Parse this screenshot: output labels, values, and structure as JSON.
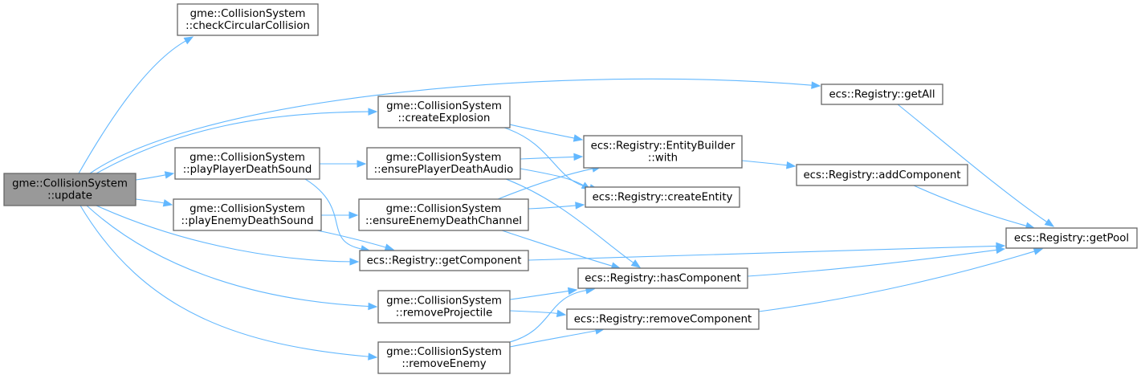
{
  "diagram": {
    "type": "call-graph",
    "colors": {
      "edge": "#63b8ff",
      "node_border": "#666666",
      "root_fill": "#999999",
      "node_fill": "#ffffff",
      "text": "#000000"
    },
    "nodes": [
      {
        "id": "update",
        "lines": [
          "gme::CollisionSystem",
          "::update"
        ],
        "root": true
      },
      {
        "id": "checkCircularCollision",
        "lines": [
          "gme::CollisionSystem",
          "::checkCircularCollision"
        ]
      },
      {
        "id": "createExplosion",
        "lines": [
          "gme::CollisionSystem",
          "::createExplosion"
        ]
      },
      {
        "id": "playPlayerDeathSound",
        "lines": [
          "gme::CollisionSystem",
          "::playPlayerDeathSound"
        ]
      },
      {
        "id": "playEnemyDeathSound",
        "lines": [
          "gme::CollisionSystem",
          "::playEnemyDeathSound"
        ]
      },
      {
        "id": "ensurePlayerDeathAudio",
        "lines": [
          "gme::CollisionSystem",
          "::ensurePlayerDeathAudio"
        ]
      },
      {
        "id": "ensureEnemyDeathChannel",
        "lines": [
          "gme::CollisionSystem",
          "::ensureEnemyDeathChannel"
        ]
      },
      {
        "id": "getComponent",
        "lines": [
          "ecs::Registry::getComponent"
        ]
      },
      {
        "id": "removeProjectile",
        "lines": [
          "gme::CollisionSystem",
          "::removeProjectile"
        ]
      },
      {
        "id": "removeEnemy",
        "lines": [
          "gme::CollisionSystem",
          "::removeEnemy"
        ]
      },
      {
        "id": "getAll",
        "lines": [
          "ecs::Registry::getAll"
        ]
      },
      {
        "id": "with",
        "lines": [
          "ecs::Registry::EntityBuilder",
          "::with"
        ]
      },
      {
        "id": "createEntity",
        "lines": [
          "ecs::Registry::createEntity"
        ]
      },
      {
        "id": "hasComponent",
        "lines": [
          "ecs::Registry::hasComponent"
        ]
      },
      {
        "id": "removeComponent",
        "lines": [
          "ecs::Registry::removeComponent"
        ]
      },
      {
        "id": "addComponent",
        "lines": [
          "ecs::Registry::addComponent"
        ]
      },
      {
        "id": "getPool",
        "lines": [
          "ecs::Registry::getPool"
        ]
      }
    ],
    "edges": [
      {
        "from": "update",
        "to": "checkCircularCollision"
      },
      {
        "from": "update",
        "to": "getAll"
      },
      {
        "from": "update",
        "to": "createExplosion"
      },
      {
        "from": "update",
        "to": "playPlayerDeathSound"
      },
      {
        "from": "update",
        "to": "playEnemyDeathSound"
      },
      {
        "from": "update",
        "to": "getComponent"
      },
      {
        "from": "update",
        "to": "removeProjectile"
      },
      {
        "from": "update",
        "to": "removeEnemy"
      },
      {
        "from": "createExplosion",
        "to": "with"
      },
      {
        "from": "createExplosion",
        "to": "createEntity"
      },
      {
        "from": "playPlayerDeathSound",
        "to": "ensurePlayerDeathAudio"
      },
      {
        "from": "playPlayerDeathSound",
        "to": "getComponent"
      },
      {
        "from": "playEnemyDeathSound",
        "to": "ensureEnemyDeathChannel"
      },
      {
        "from": "playEnemyDeathSound",
        "to": "getComponent"
      },
      {
        "from": "ensurePlayerDeathAudio",
        "to": "with"
      },
      {
        "from": "ensurePlayerDeathAudio",
        "to": "createEntity"
      },
      {
        "from": "ensurePlayerDeathAudio",
        "to": "hasComponent"
      },
      {
        "from": "ensureEnemyDeathChannel",
        "to": "with"
      },
      {
        "from": "ensureEnemyDeathChannel",
        "to": "createEntity"
      },
      {
        "from": "ensureEnemyDeathChannel",
        "to": "hasComponent"
      },
      {
        "from": "getComponent",
        "to": "getPool"
      },
      {
        "from": "removeProjectile",
        "to": "hasComponent"
      },
      {
        "from": "removeProjectile",
        "to": "removeComponent"
      },
      {
        "from": "removeEnemy",
        "to": "hasComponent"
      },
      {
        "from": "removeEnemy",
        "to": "removeComponent"
      },
      {
        "from": "getAll",
        "to": "getPool"
      },
      {
        "from": "with",
        "to": "addComponent"
      },
      {
        "from": "addComponent",
        "to": "getPool"
      },
      {
        "from": "hasComponent",
        "to": "getPool"
      },
      {
        "from": "removeComponent",
        "to": "getPool"
      }
    ]
  }
}
